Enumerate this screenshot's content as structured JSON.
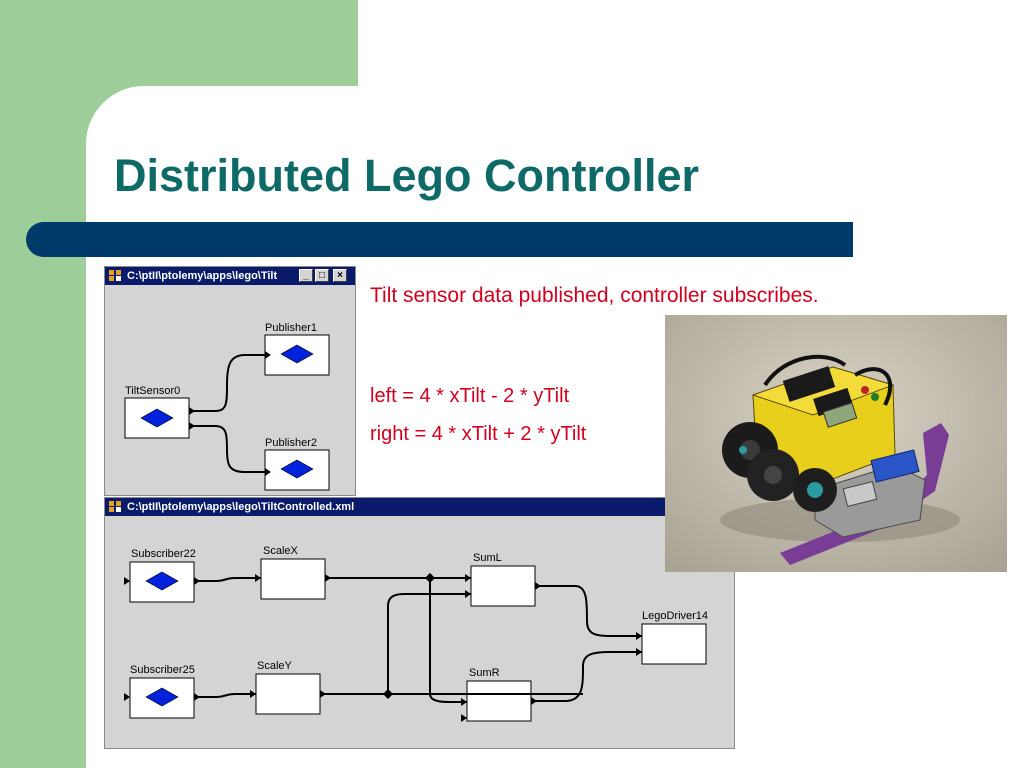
{
  "slide": {
    "title": "Distributed Lego Controller",
    "text1": "Tilt sensor data published, controller subscribes.",
    "eq_left": "left = 4 * xTilt - 2 * yTilt",
    "eq_right": "right = 4 * xTilt + 2 * yTilt"
  },
  "window1": {
    "title": "C:\\ptII\\ptolemy\\apps\\lego\\Tilt",
    "blocks": {
      "tilt_sensor": "TiltSensor0",
      "publisher1": "Publisher1",
      "publisher2": "Publisher2"
    }
  },
  "window2": {
    "title": "C:\\ptII\\ptolemy\\apps\\lego\\TiltControlled.xml",
    "blocks": {
      "subscriber22": "Subscriber22",
      "subscriber25": "Subscriber25",
      "scalex": "ScaleX",
      "scaley": "ScaleY",
      "suml": "SumL",
      "sumr": "SumR",
      "legodriver": "LegoDriver14"
    }
  },
  "colors": {
    "title": "#0e6a67",
    "red_text": "#d2001e",
    "band": "#003a6b",
    "green": "#9dcd98",
    "diamond": "#0022dd"
  }
}
